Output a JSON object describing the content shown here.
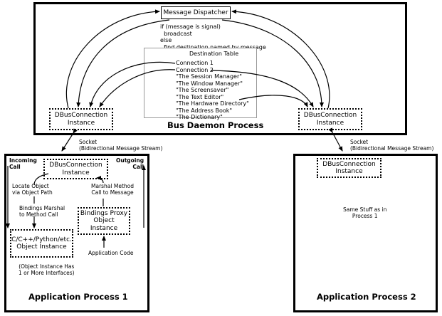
{
  "bus_daemon": {
    "title": "Bus Daemon Process",
    "dispatcher": "Message Dispatcher",
    "dispatch_logic": [
      "if (message is signal)",
      "  broadcast",
      "else",
      "  find destination named by message"
    ],
    "destination_table": {
      "title": "Destination Table",
      "entries": [
        "Connection 1",
        "Connection 2",
        "\"The Session Manager\"",
        "\"The Window Manager\"",
        "\"The Screensaver\"",
        "\"The Text Editor\"",
        "\"The Hardware Directory\"",
        "\"The Address Book\"",
        "\"The Dictionary\""
      ]
    },
    "left_connection": "DBusConnection\nInstance",
    "right_connection": "DBusConnection\nInstance"
  },
  "socket_left": "Socket\n(Bidirectional Message Stream)",
  "socket_right": "Socket\n(Bidirectional Message Stream)",
  "app1": {
    "title": "Application Process 1",
    "incoming": "Incoming\nCall",
    "outgoing": "Outgoing\nCall",
    "connection": "DBusConnection\nInstance",
    "locate": "Locate Object\nvia Object Path",
    "bindings_marshal": "Bindings Marshal\nto Method Call",
    "marshal_method": "Marshal Method\nCall to Message",
    "proxy": "Bindings Proxy\nObject Instance",
    "object_instance": "C/C++/Python/etc.\nObject Instance",
    "app_code": "Application Code",
    "interfaces_note": "(Object Instance Has\n1 or More Interfaces)"
  },
  "app2": {
    "title": "Application Process 2",
    "connection": "DBusConnection\nInstance",
    "same_stuff": "Same Stuff as in\nProcess 1"
  }
}
